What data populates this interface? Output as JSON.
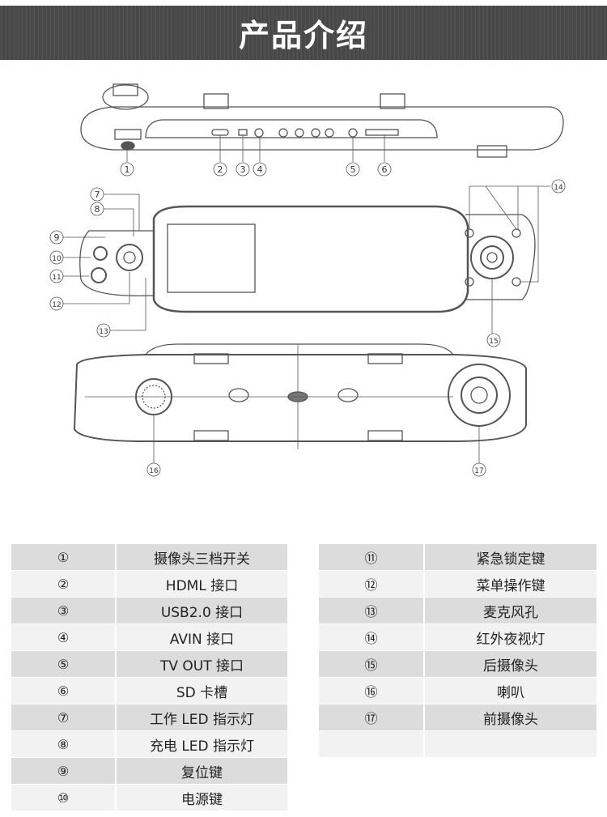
{
  "header": {
    "title": "产品介绍"
  },
  "diagram": {
    "callouts": [
      "1",
      "2",
      "3",
      "4",
      "5",
      "6",
      "7",
      "8",
      "9",
      "10",
      "11",
      "12",
      "13",
      "14",
      "15",
      "16",
      "17"
    ]
  },
  "parts_left": [
    {
      "num": "①",
      "label": "摄像头三档开关"
    },
    {
      "num": "②",
      "label": "HDML 接口"
    },
    {
      "num": "③",
      "label": "USB2.0 接口"
    },
    {
      "num": "④",
      "label": "AVIN 接口"
    },
    {
      "num": "⑤",
      "label": "TV OUT 接口"
    },
    {
      "num": "⑥",
      "label": "SD 卡槽"
    },
    {
      "num": "⑦",
      "label": "工作 LED 指示灯"
    },
    {
      "num": "⑧",
      "label": "充电 LED 指示灯"
    },
    {
      "num": "⑨",
      "label": "复位键"
    },
    {
      "num": "⑩",
      "label": "电源键"
    }
  ],
  "parts_right": [
    {
      "num": "⑪",
      "label": "紧急锁定键"
    },
    {
      "num": "⑫",
      "label": "菜单操作键"
    },
    {
      "num": "⑬",
      "label": "麦克风孔"
    },
    {
      "num": "⑭",
      "label": "红外夜视灯"
    },
    {
      "num": "⑮",
      "label": "后摄像头"
    },
    {
      "num": "⑯",
      "label": "喇叭"
    },
    {
      "num": "⑰",
      "label": "前摄像头"
    },
    {
      "num": "",
      "label": ""
    }
  ]
}
